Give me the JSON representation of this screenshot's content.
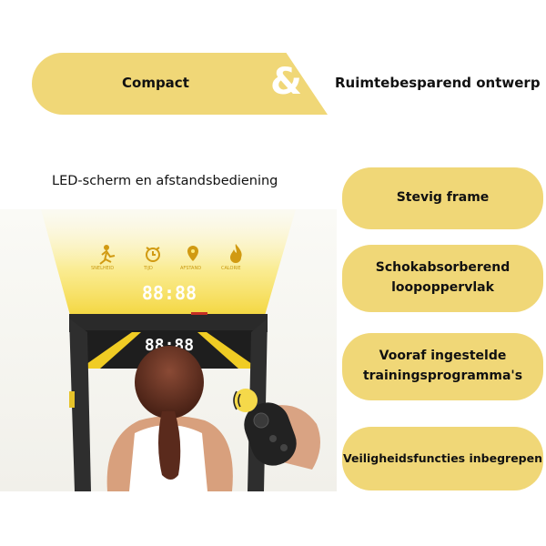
{
  "banner": {
    "left_label": "Compact",
    "ampersand": "&",
    "right_label": "Ruimtebesparend ontwerp"
  },
  "image_caption": "LED-scherm en afstandsbediening",
  "features": [
    {
      "label": "Stevig frame"
    },
    {
      "line1": "Schokabsorberend",
      "line2": "loopoppervlak"
    },
    {
      "line1": "Vooraf ingestelde",
      "line2": "trainingsprogramma's"
    },
    {
      "label": "Veiligheidsfuncties inbegrepen"
    }
  ],
  "display": {
    "icon_labels": [
      "SNELHEID",
      "TIJD",
      "AFSTAND",
      "CALORIE"
    ],
    "readout_top": "88:88",
    "readout_bottom": "88:88"
  },
  "colors": {
    "accent": "#f0d777",
    "glow": "#f7e36a",
    "machine": "#2e2e2e"
  }
}
